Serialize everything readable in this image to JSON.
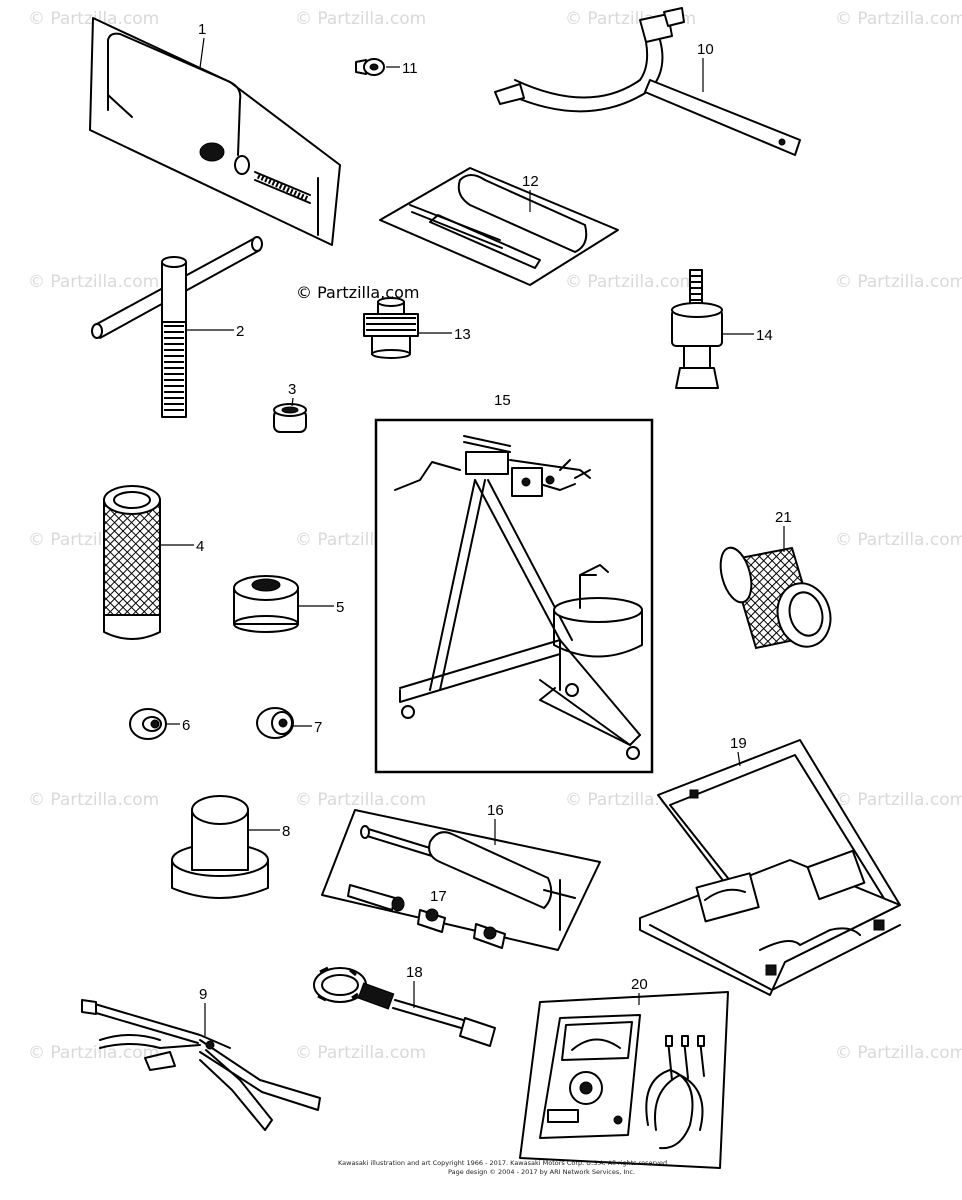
{
  "watermark": "© Partzilla.com",
  "brand": "© Partzilla.com",
  "callouts": [
    "1",
    "2",
    "3",
    "4",
    "5",
    "6",
    "7",
    "8",
    "9",
    "10",
    "11",
    "12",
    "13",
    "14",
    "15",
    "16",
    "17",
    "18",
    "19",
    "20",
    "21"
  ],
  "copyright": {
    "line1": "Kawasaki illustration and art Copyright 1966 - 2017. Kawasaki Motors Corp. U.S.A.  All rights reserved.",
    "line2": "Page design © 2004 - 2017 by ARI Network Services, Inc."
  },
  "colors": {
    "ink": "#000000",
    "watermark": "#d9d9d9",
    "background": "#ffffff"
  }
}
